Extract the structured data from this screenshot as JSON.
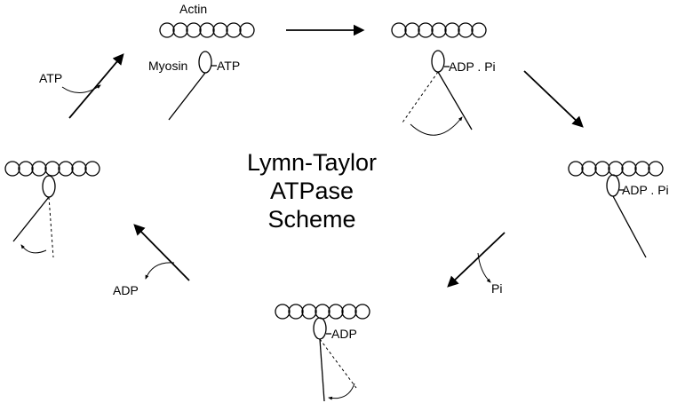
{
  "title_lines": [
    "Lymn-Taylor",
    "ATPase",
    "Scheme"
  ],
  "labels": {
    "actin": "Actin",
    "myosin": "Myosin",
    "atp_bound": "ATP",
    "atp_in": "ATP",
    "adp_pi_top": "ADP . Pi",
    "adp_pi_right": "ADP . Pi",
    "pi_out": "Pi",
    "adp_bound": "ADP",
    "adp_out": "ADP"
  }
}
